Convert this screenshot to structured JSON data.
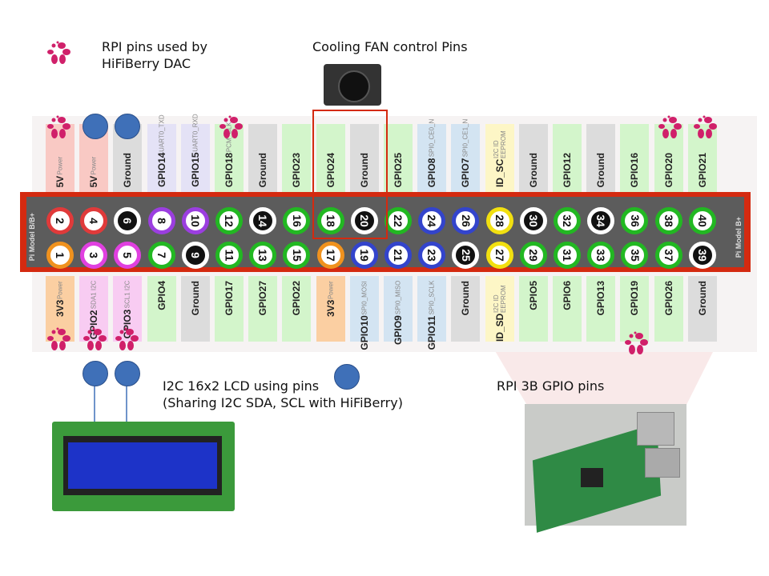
{
  "captions": {
    "hifiberry": "RPI pins used by\nHiFiBerry DAC",
    "fan": "Cooling FAN control Pins",
    "lcd": "I2C 16x2 LCD using pins\n(Sharing I2C SDA, SCL with HiFiBerry)",
    "rpi": "RPI 3B GPIO pins"
  },
  "board": {
    "left_label": "Pi Model B/B+",
    "right_label": "Pi Model B+"
  },
  "colors": {
    "power5v": "#f9c9c4",
    "ground": "#dcdcdc",
    "uart": "#e4e2f6",
    "gpio": "#d3f5cb",
    "spi": "#d3e4f2",
    "id": "#fdf6c6",
    "power3v3": "#fbcfa2",
    "i2c": "#f8ccf2",
    "highlight": "#d42a10",
    "dot": "#3f70b8",
    "flower": "#d0206a"
  },
  "top_pins": [
    {
      "n": "2",
      "name": "5V",
      "sub": "Power",
      "type": "power5v",
      "ring": "#e03a3a"
    },
    {
      "n": "4",
      "name": "5V",
      "sub": "Power",
      "type": "power5v",
      "ring": "#e03a3a"
    },
    {
      "n": "6",
      "name": "Ground",
      "sub": "",
      "type": "ground",
      "ring": "gnd"
    },
    {
      "n": "8",
      "name": "GPIO14",
      "sub": "UART0_TXD",
      "type": "uart",
      "ring": "#9b3ee0"
    },
    {
      "n": "10",
      "name": "GPIO15",
      "sub": "UART0_RXD",
      "type": "uart",
      "ring": "#9b3ee0"
    },
    {
      "n": "12",
      "name": "GPIO18",
      "sub": "PCM_CLK",
      "type": "gpio",
      "ring": "#22b822"
    },
    {
      "n": "14",
      "name": "Ground",
      "sub": "",
      "type": "ground",
      "ring": "gnd"
    },
    {
      "n": "16",
      "name": "GPIO23",
      "sub": "",
      "type": "gpio",
      "ring": "#22b822"
    },
    {
      "n": "18",
      "name": "GPIO24",
      "sub": "",
      "type": "gpio",
      "ring": "#22b822"
    },
    {
      "n": "20",
      "name": "Ground",
      "sub": "",
      "type": "ground",
      "ring": "gnd"
    },
    {
      "n": "22",
      "name": "GPIO25",
      "sub": "",
      "type": "gpio",
      "ring": "#22b822"
    },
    {
      "n": "24",
      "name": "GPIO8",
      "sub": "SPI0_CE0_N",
      "type": "spi",
      "ring": "#3344cc"
    },
    {
      "n": "26",
      "name": "GPIO7",
      "sub": "SPI0_CE1_N",
      "type": "spi",
      "ring": "#3344cc"
    },
    {
      "n": "28",
      "name": "ID_SC",
      "sub": "I2C ID EEPROM",
      "type": "id",
      "ring": "#f2e010"
    },
    {
      "n": "30",
      "name": "Ground",
      "sub": "",
      "type": "ground",
      "ring": "gnd"
    },
    {
      "n": "32",
      "name": "GPIO12",
      "sub": "",
      "type": "gpio",
      "ring": "#22b822"
    },
    {
      "n": "34",
      "name": "Ground",
      "sub": "",
      "type": "ground",
      "ring": "gnd"
    },
    {
      "n": "36",
      "name": "GPIO16",
      "sub": "",
      "type": "gpio",
      "ring": "#22b822"
    },
    {
      "n": "38",
      "name": "GPIO20",
      "sub": "",
      "type": "gpio",
      "ring": "#22b822"
    },
    {
      "n": "40",
      "name": "GPIO21",
      "sub": "",
      "type": "gpio",
      "ring": "#22b822"
    }
  ],
  "bottom_pins": [
    {
      "n": "1",
      "name": "3V3",
      "sub": "Power",
      "type": "power3v3",
      "ring": "#f0921e"
    },
    {
      "n": "3",
      "name": "GPIO2",
      "sub": "SDA1 I2C",
      "type": "i2c",
      "ring": "#e040e0"
    },
    {
      "n": "5",
      "name": "GPIO3",
      "sub": "SCL1 I2C",
      "type": "i2c",
      "ring": "#e040e0"
    },
    {
      "n": "7",
      "name": "GPIO4",
      "sub": "",
      "type": "gpio",
      "ring": "#22b822"
    },
    {
      "n": "9",
      "name": "Ground",
      "sub": "",
      "type": "ground",
      "ring": "gnd"
    },
    {
      "n": "11",
      "name": "GPIO17",
      "sub": "",
      "type": "gpio",
      "ring": "#22b822"
    },
    {
      "n": "13",
      "name": "GPIO27",
      "sub": "",
      "type": "gpio",
      "ring": "#22b822"
    },
    {
      "n": "15",
      "name": "GPIO22",
      "sub": "",
      "type": "gpio",
      "ring": "#22b822"
    },
    {
      "n": "17",
      "name": "3V3",
      "sub": "Power",
      "type": "power3v3",
      "ring": "#f0921e"
    },
    {
      "n": "19",
      "name": "GPIO10",
      "sub": "SPI0_MOSI",
      "type": "spi",
      "ring": "#3344cc"
    },
    {
      "n": "21",
      "name": "GPIO9",
      "sub": "SPI0_MISO",
      "type": "spi",
      "ring": "#3344cc"
    },
    {
      "n": "23",
      "name": "GPIO11",
      "sub": "SPI0_SCLK",
      "type": "spi",
      "ring": "#3344cc"
    },
    {
      "n": "25",
      "name": "Ground",
      "sub": "",
      "type": "ground",
      "ring": "gnd"
    },
    {
      "n": "27",
      "name": "ID_SD",
      "sub": "I2C ID EEPROM",
      "type": "id",
      "ring": "#f2e010"
    },
    {
      "n": "29",
      "name": "GPIO5",
      "sub": "",
      "type": "gpio",
      "ring": "#22b822"
    },
    {
      "n": "31",
      "name": "GPIO6",
      "sub": "",
      "type": "gpio",
      "ring": "#22b822"
    },
    {
      "n": "33",
      "name": "GPIO13",
      "sub": "",
      "type": "gpio",
      "ring": "#22b822"
    },
    {
      "n": "35",
      "name": "GPIO19",
      "sub": "",
      "type": "gpio",
      "ring": "#22b822"
    },
    {
      "n": "37",
      "name": "GPIO26",
      "sub": "",
      "type": "gpio",
      "ring": "#22b822"
    },
    {
      "n": "39",
      "name": "Ground",
      "sub": "",
      "type": "ground",
      "ring": "gnd"
    }
  ]
}
